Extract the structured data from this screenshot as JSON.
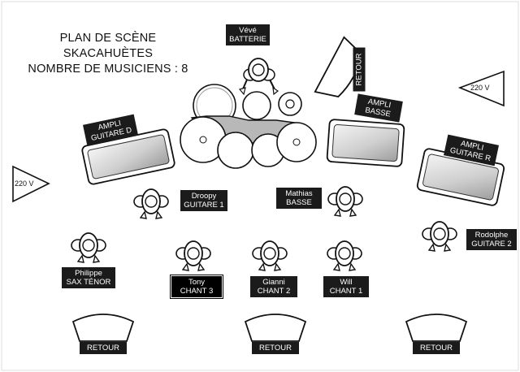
{
  "title": {
    "line1": "PLAN DE SCÈNE",
    "line2": "SKACAHUÈTES",
    "line3": "NOMBRE DE MUSICIENS : 8"
  },
  "musicians": {
    "drums": {
      "name": "Vévé",
      "role": "BATTERIE"
    },
    "guitar1": {
      "name": "Droopy",
      "role": "GUITARE 1"
    },
    "bass": {
      "name": "Mathias",
      "role": "BASSE"
    },
    "guitar2": {
      "name": "Rodolphe",
      "role": "GUITARE 2"
    },
    "sax": {
      "name": "Philippe",
      "role": "SAX TÉNOR"
    },
    "chant3": {
      "name": "Tony",
      "role": "CHANT 3"
    },
    "chant2": {
      "name": "Gianni",
      "role": "CHANT 2"
    },
    "chant1": {
      "name": "Will",
      "role": "CHANT 1"
    }
  },
  "equipment": {
    "amp_guitar_d": {
      "line1": "AMPLI",
      "line2": "GUITARE D"
    },
    "amp_bass": {
      "line1": "AMPLI",
      "line2": "BASSE"
    },
    "amp_guitar_r": {
      "line1": "AMPLI",
      "line2": "GUITARE R"
    },
    "retour_top": "RETOUR",
    "retour_left": "RETOUR",
    "retour_center": "RETOUR",
    "retour_right": "RETOUR"
  },
  "power": {
    "left": "220 V",
    "right": "220 V"
  }
}
